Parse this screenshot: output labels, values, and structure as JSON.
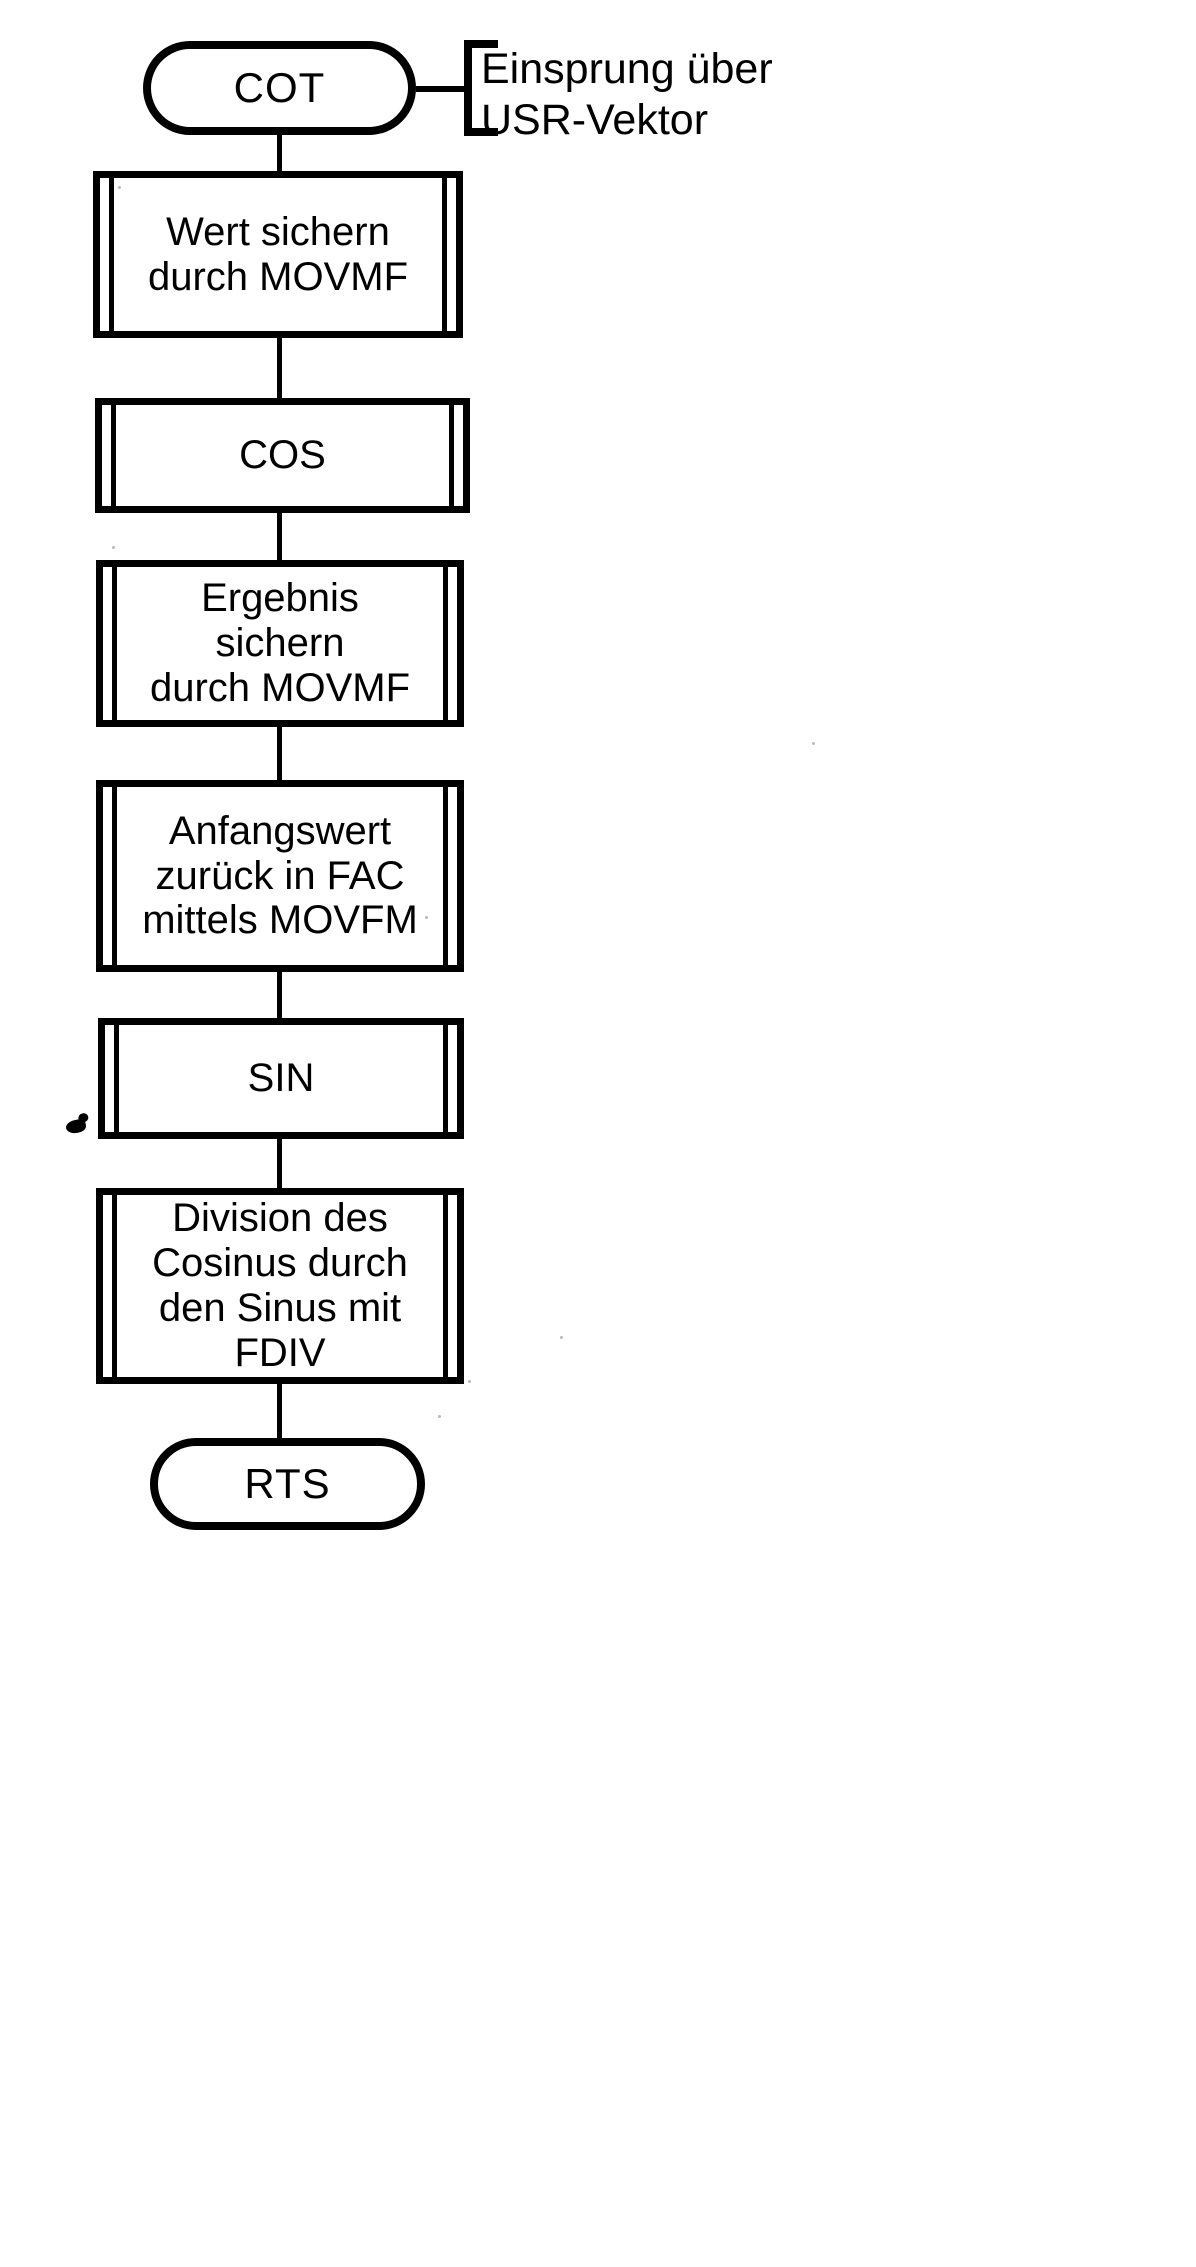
{
  "diagram": {
    "title": "COT",
    "language": "de",
    "type": "flowchart",
    "nodes": [
      {
        "id": "cot",
        "shape": "terminal",
        "label": "COT"
      },
      {
        "id": "movmf1",
        "shape": "predefined-process",
        "label": "Wert sichern\ndurch MOVMF"
      },
      {
        "id": "cos",
        "shape": "predefined-process",
        "label": "COS"
      },
      {
        "id": "movmf2",
        "shape": "predefined-process",
        "label": "Ergebnis sichern\ndurch MOVMF"
      },
      {
        "id": "movfm",
        "shape": "predefined-process",
        "label": "Anfangswert\nzurück in FAC\nmittels MOVFM"
      },
      {
        "id": "sin",
        "shape": "predefined-process",
        "label": "SIN"
      },
      {
        "id": "fdiv",
        "shape": "predefined-process",
        "label": "Division des\nCosinus durch\nden Sinus mit FDIV"
      },
      {
        "id": "rts",
        "shape": "terminal",
        "label": "RTS"
      }
    ],
    "annotations": [
      {
        "id": "usr-vektor",
        "target": "cot",
        "text": "Einsprung über\nUSR-Vektor"
      }
    ],
    "colors": {
      "ink": "#000000",
      "paper": "#ffffff"
    }
  }
}
